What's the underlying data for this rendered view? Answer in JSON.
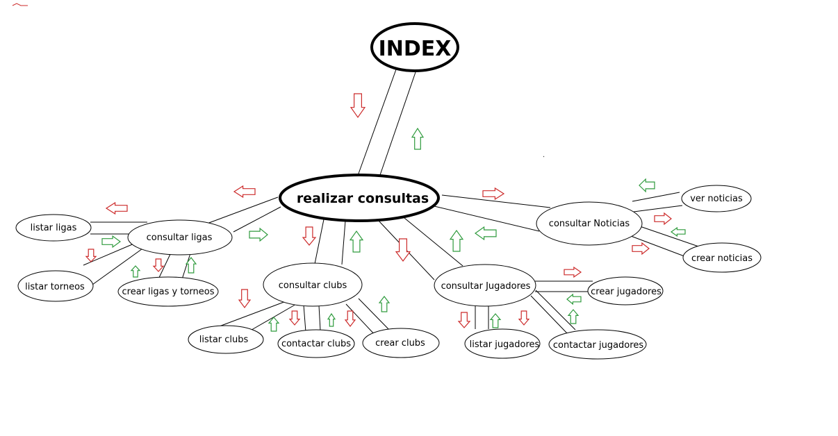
{
  "diagram": {
    "colors": {
      "down_arrow": "#cc2a2a",
      "up_arrow": "#2e9a3c",
      "line": "#000000"
    },
    "nodes": {
      "index": "INDEX",
      "realizar_consultas": "realizar consultas",
      "consultar_ligas": "consultar ligas",
      "listar_ligas": "listar ligas",
      "listar_torneos": "listar torneos",
      "crear_ligas_torneos": "crear ligas y torneos",
      "consultar_clubs": "consultar clubs",
      "listar_clubs": "listar clubs",
      "contactar_clubs": "contactar clubs",
      "crear_clubs": "crear clubs",
      "consultar_jugadores": "consultar Jugadores",
      "crear_jugadores": "crear jugadores",
      "listar_jugadores": "listar jugadores",
      "contactar_jugadores": "contactar jugadores",
      "consultar_noticias": "consultar Noticias",
      "ver_noticias": "ver noticias",
      "crear_noticias": "crear noticias"
    }
  }
}
